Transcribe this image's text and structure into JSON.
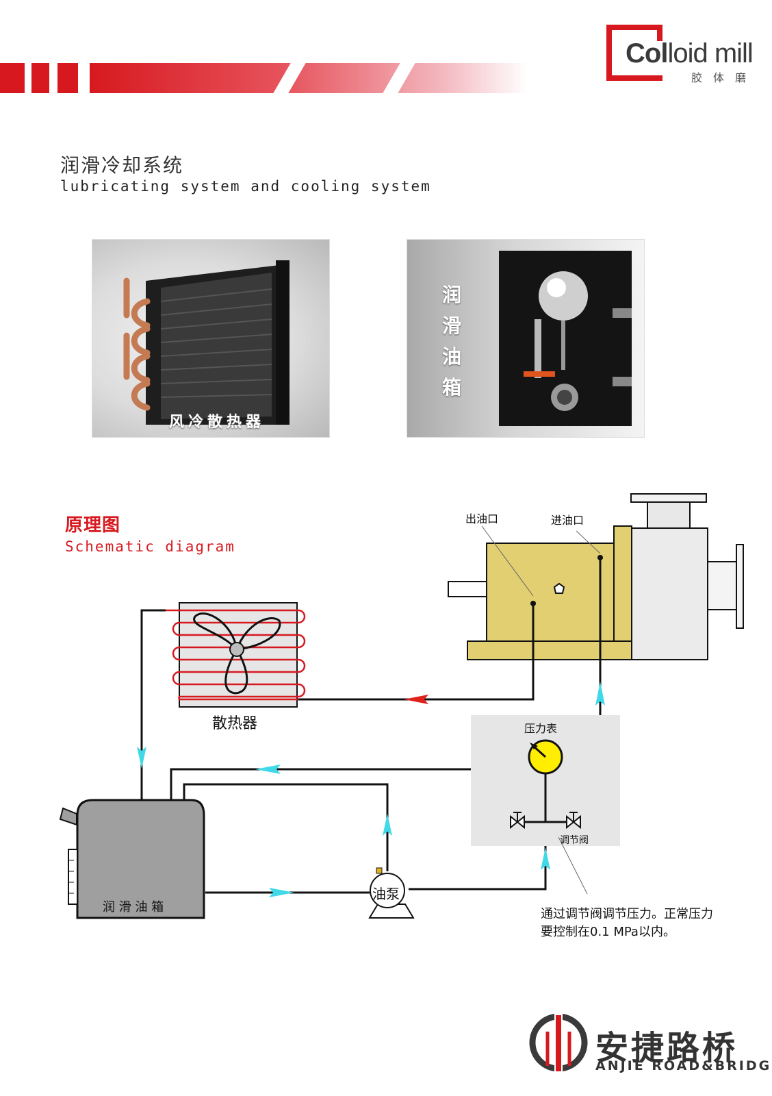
{
  "header": {
    "logo_text_bold": "Col",
    "logo_text_rest": "loid mill",
    "logo_cn": "胶体磨",
    "brand_color": "#d7191f"
  },
  "section": {
    "title_cn": "润滑冷却系统",
    "title_en": "lubricating system and cooling system"
  },
  "photos": {
    "left_caption": "风冷散热器",
    "right_caption": "润滑油箱"
  },
  "schematic": {
    "title_cn": "原理图",
    "title_en": "Schematic diagram",
    "labels": {
      "oil_outlet": "出油口",
      "oil_inlet": "进油口",
      "radiator": "散热器",
      "pressure_gauge": "压力表",
      "valve": "调节阀",
      "tank": "润 滑 油 箱",
      "pump": "油泵"
    },
    "note_line1": "通过调节阀调节压力。正常压力",
    "note_line2": "要控制在0.1 MPa以内。"
  },
  "footer": {
    "brand_cn": "安捷路桥",
    "brand_en": "ANJIE ROAD&BRIDGE"
  }
}
